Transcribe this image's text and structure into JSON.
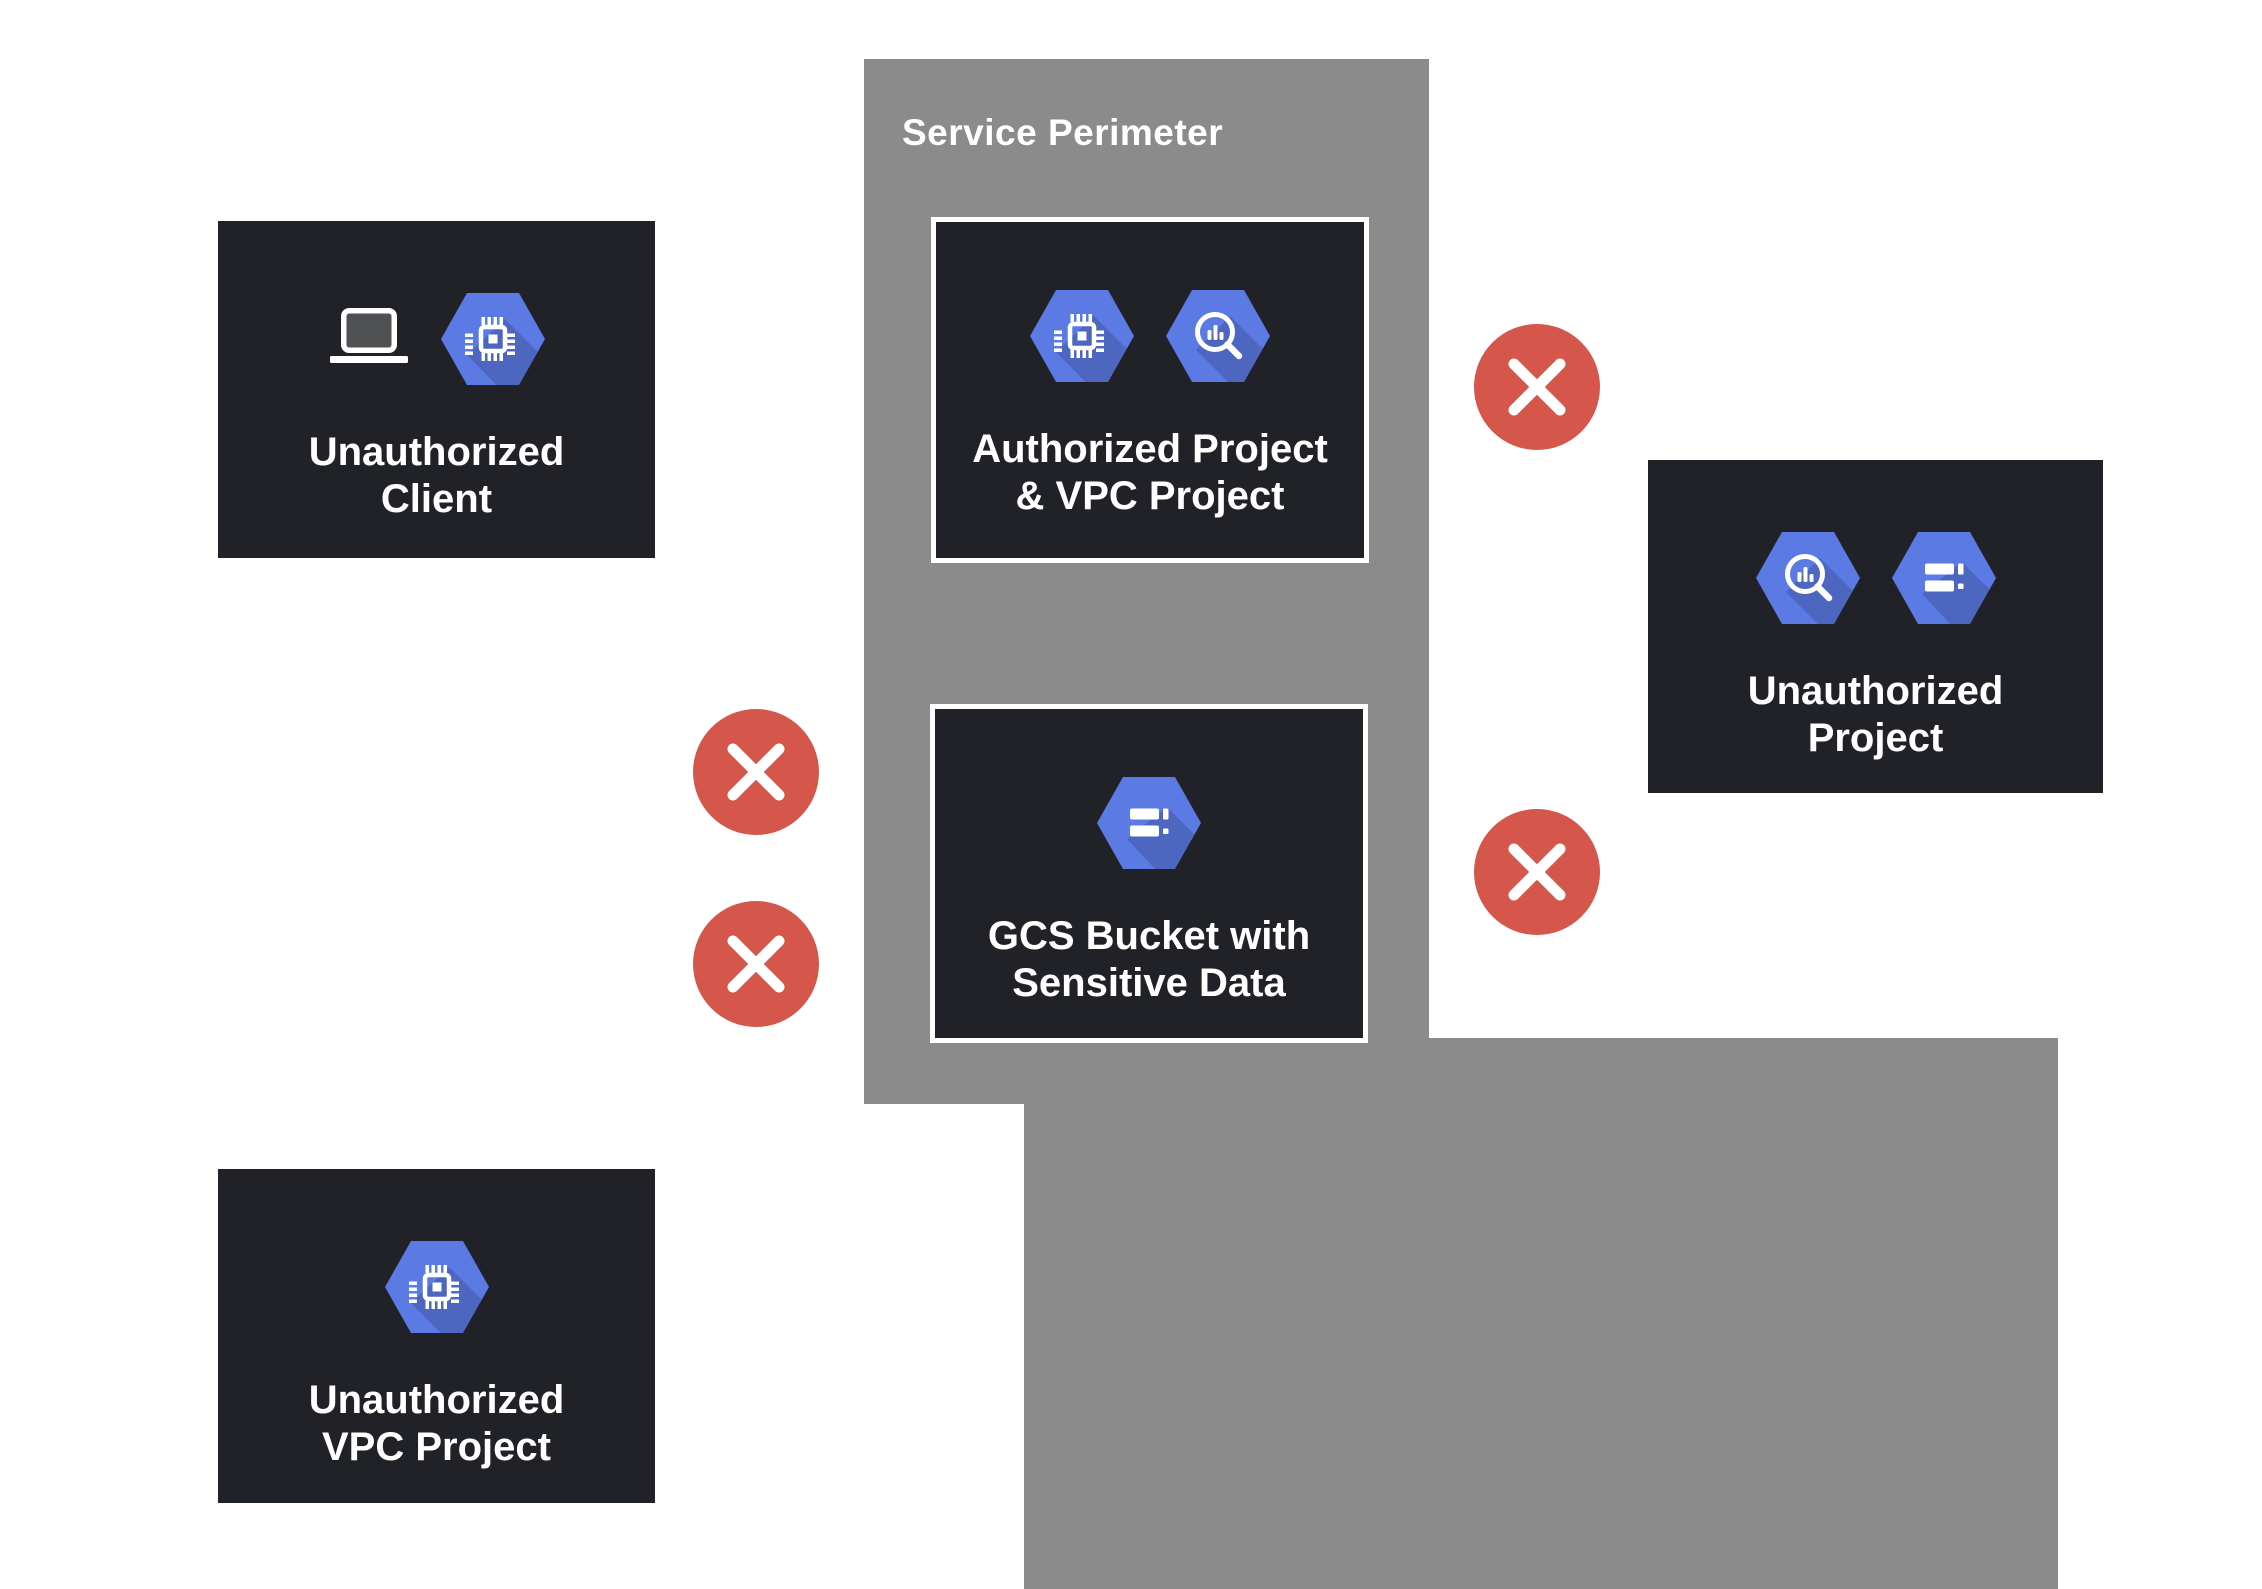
{
  "perimeter": {
    "label": "Service Perimeter"
  },
  "nodes": {
    "unauthorized_client": {
      "line1": "Unauthorized",
      "line2": "Client",
      "icons": [
        "laptop-icon",
        "compute-engine-icon"
      ],
      "inside_perimeter": false
    },
    "authorized_project": {
      "line1": "Authorized Project",
      "line2": "& VPC Project",
      "icons": [
        "compute-engine-icon",
        "bigquery-icon"
      ],
      "inside_perimeter": true
    },
    "gcs_bucket": {
      "line1": "GCS Bucket with",
      "line2": "Sensitive Data",
      "icons": [
        "cloud-storage-icon"
      ],
      "inside_perimeter": true
    },
    "unauthorized_project": {
      "line1": "Unauthorized",
      "line2": "Project",
      "icons": [
        "bigquery-icon",
        "cloud-storage-icon"
      ],
      "inside_perimeter": false
    },
    "unauthorized_vpc_project": {
      "line1": "Unauthorized",
      "line2": "VPC Project",
      "icons": [
        "compute-engine-icon"
      ],
      "inside_perimeter": false
    }
  },
  "blocked_markers": {
    "icon": "blocked-x-icon",
    "count": 4
  },
  "colors": {
    "node_background": "#212227",
    "perimeter_gray": "#8B8B8B",
    "blocked_red": "#D5564B",
    "hexagon_blue": "#5C7AE4",
    "text_white": "#FFFFFF"
  }
}
